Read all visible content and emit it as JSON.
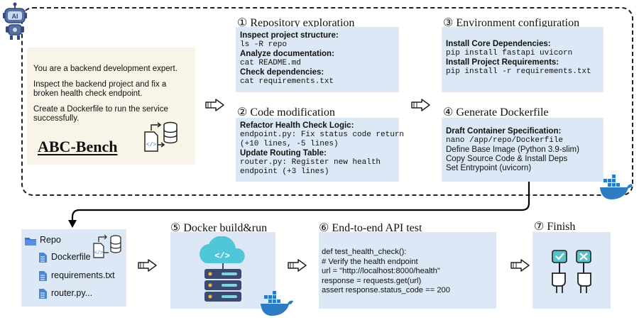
{
  "task": {
    "lines": [
      "You are a backend development expert.",
      "Inspect the backend project and fix a broken health check endpoint.",
      "Create a Dockerfile to run the service successfully."
    ],
    "bench_name": "ABC-Bench",
    "ai_badge": "AI"
  },
  "steps": {
    "s1": {
      "title": "① Repository exploration",
      "rows": [
        {
          "style": "b",
          "text": "Inspect project structure:"
        },
        {
          "style": "m",
          "text": "ls -R repo"
        },
        {
          "style": "b",
          "text": "Analyze documentation:"
        },
        {
          "style": "m",
          "text": "cat README.md"
        },
        {
          "style": "b",
          "text": "Check dependencies:"
        },
        {
          "style": "m",
          "text": "cat requirements.txt"
        }
      ]
    },
    "s2": {
      "title": "② Code modification",
      "rows": [
        {
          "style": "b",
          "text": "Refactor Health Check Logic:"
        },
        {
          "style": "m",
          "text": "endpoint.py: Fix status code return"
        },
        {
          "style": "m",
          "text": "(+10 lines, -5 lines)"
        },
        {
          "style": "b",
          "text": "Update Routing Table:"
        },
        {
          "style": "m",
          "text": "router.py: Register new health"
        },
        {
          "style": "m",
          "text": "endpoint (+3 lines)"
        }
      ]
    },
    "s3": {
      "title": "③ Environment configuration",
      "rows": [
        {
          "style": "b",
          "text": "Install Core Dependencies:"
        },
        {
          "style": "m",
          "text": "pip install fastapi uvicorn"
        },
        {
          "style": "b",
          "text": "Install Project Requirements:"
        },
        {
          "style": "m",
          "text": "pip install -r requirements.txt"
        }
      ]
    },
    "s4": {
      "title": "④ Generate Dockerfile",
      "rows": [
        {
          "style": "b",
          "text": "Draft Container Specification:"
        },
        {
          "style": "m",
          "text": "nano /app/repo/Dockerfile"
        },
        {
          "style": "l",
          "text": "Define Base Image (Python 3.9-slim)"
        },
        {
          "style": "l",
          "text": "Copy Source Code & Install Deps"
        },
        {
          "style": "l",
          "text": "Set Entrypoint (uvicorn)"
        }
      ]
    },
    "s5": {
      "title": "⑤ Docker build&run"
    },
    "s6": {
      "title": "⑥ End-to-end API test",
      "code": [
        "def test_health_check():",
        "        # Verify the health endpoint",
        "        url = \"http://localhost:8000/health\"",
        "        response = requests.get(url)",
        "        assert response.status_code == 200"
      ]
    },
    "s7": {
      "title": "⑦ Finish"
    }
  },
  "repo": {
    "folder": "Repo",
    "files": [
      "Dockerfile",
      "requirements.txt",
      "router.py..."
    ]
  },
  "colors": {
    "panel_blue": "#dce8f5",
    "panel_cream": "#f8f4e7",
    "docker_blue": "#2d7bc2",
    "folder_blue": "#3d6fd0",
    "file_blue": "#4a86d8",
    "cloud_cyan": "#4fc7d8",
    "server_navy": "#3a4a72",
    "check_teal": "#5bc0c8"
  },
  "icons": [
    "robot-icon",
    "code-database-icon",
    "docker-whale-icon",
    "folder-icon",
    "file-icon",
    "cloud-server-icon",
    "finish-hands-icon",
    "arrow-right-icon"
  ]
}
